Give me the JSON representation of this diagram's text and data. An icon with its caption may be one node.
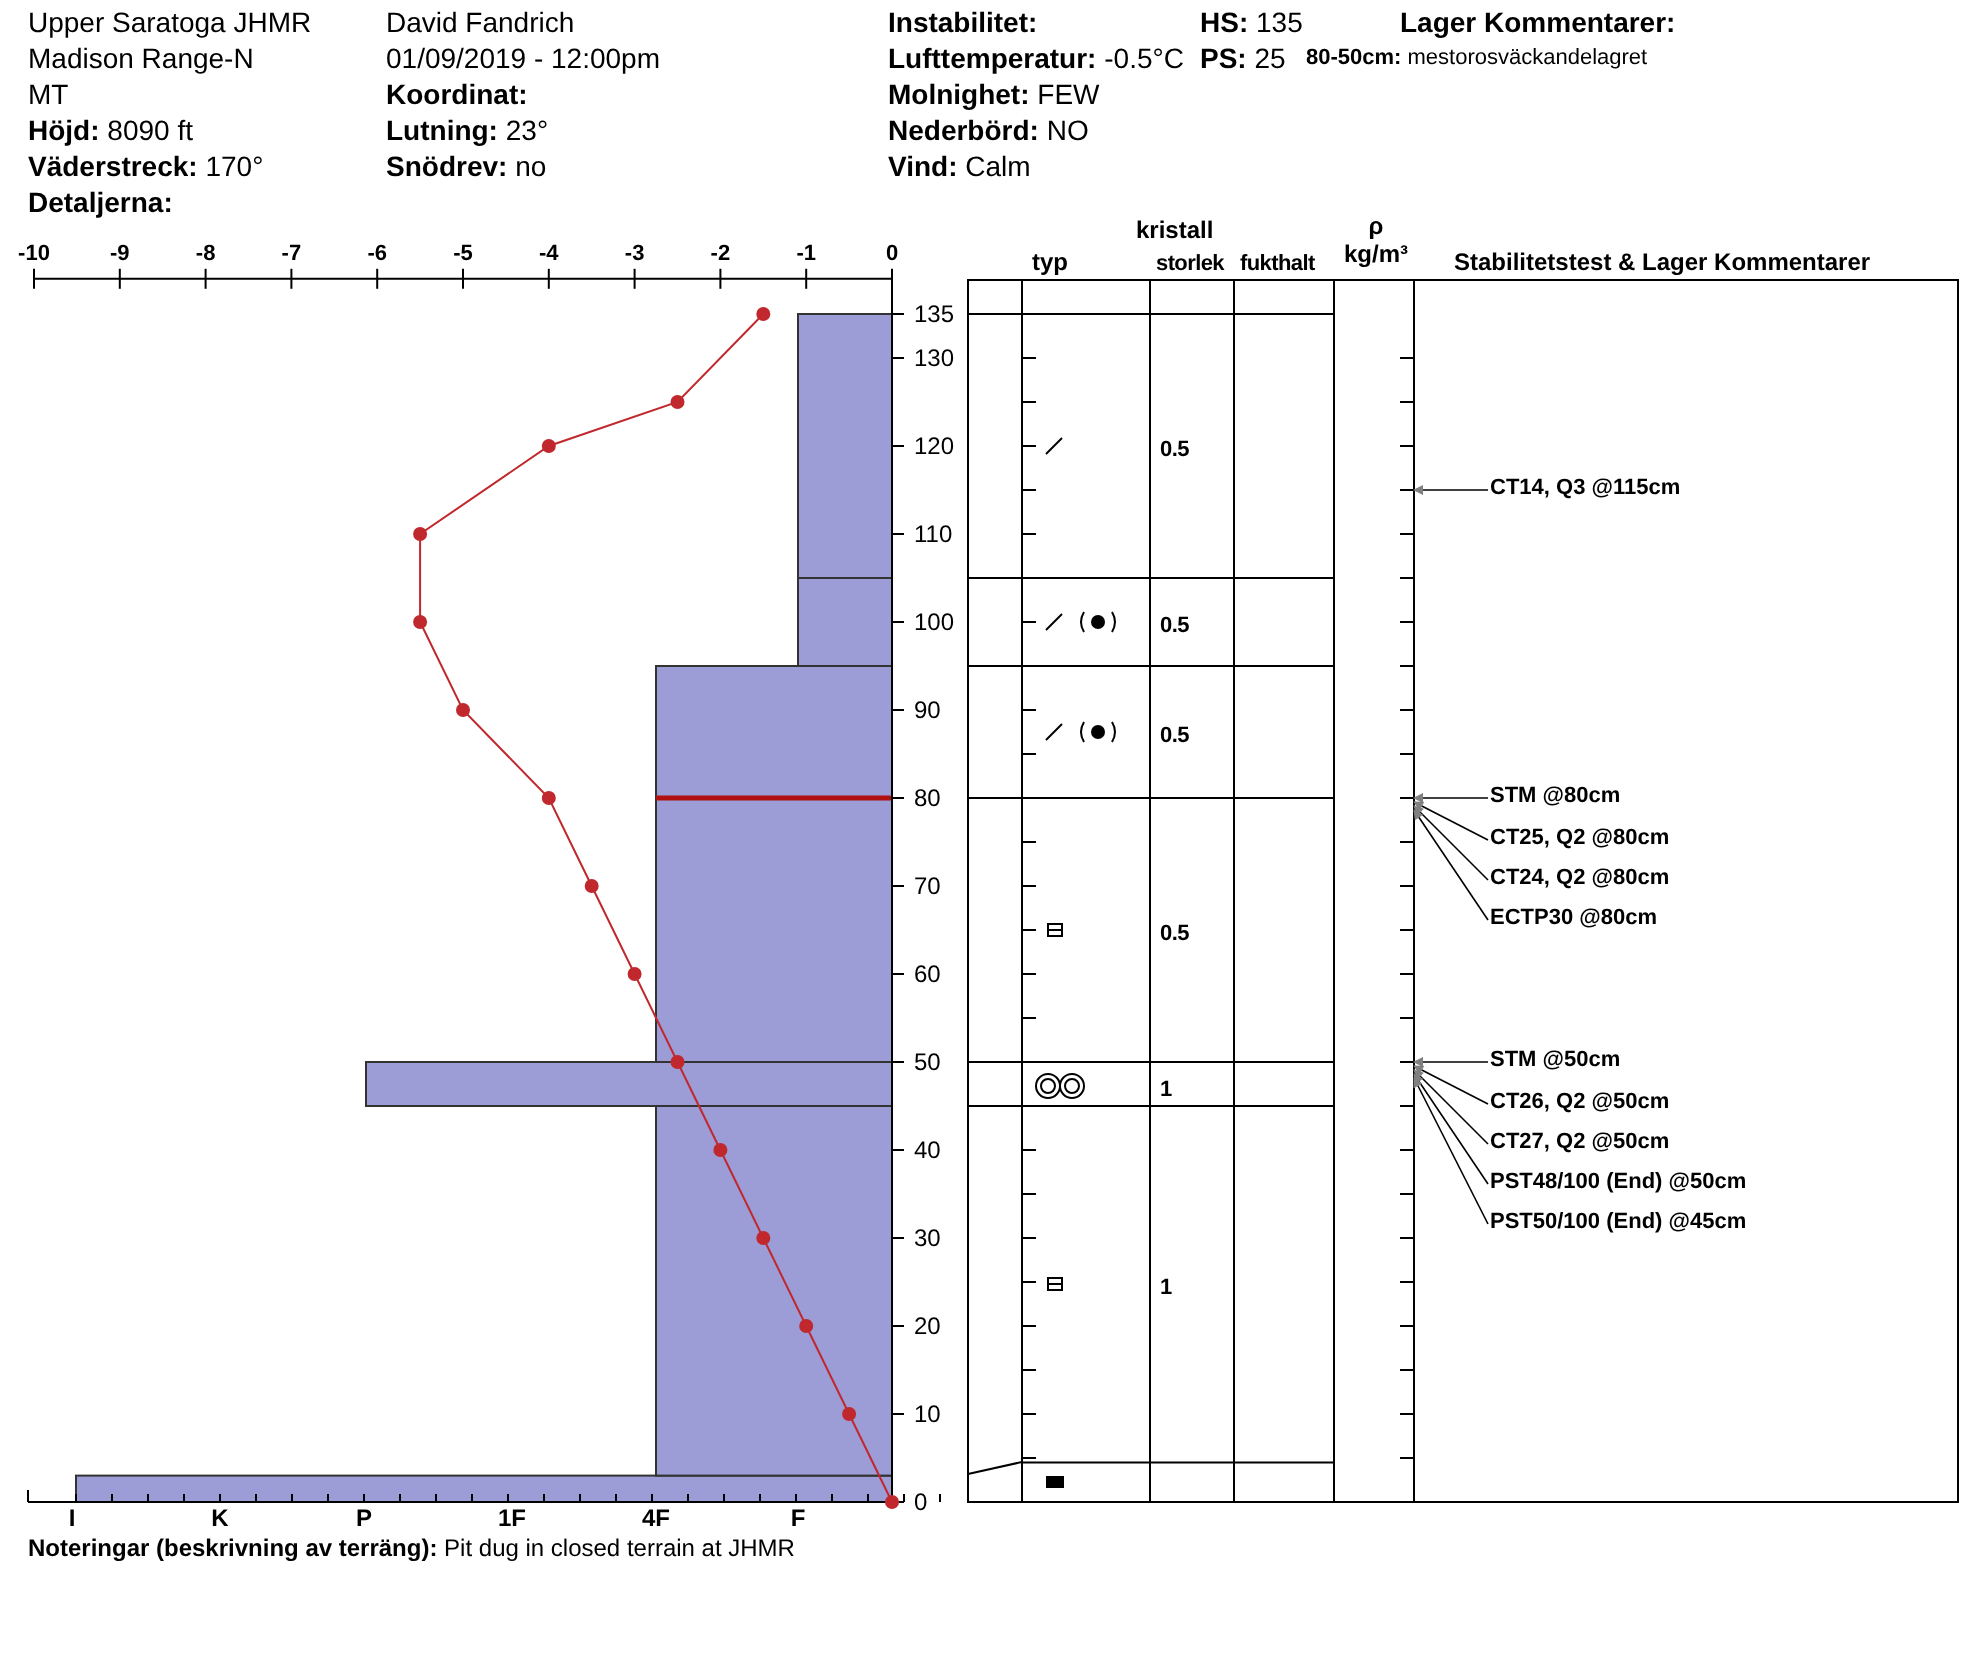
{
  "diagram": {
    "nodes": [
      {
        "text": [
          "CT14, Q3 @115cm"
        ]
      },
      {
        "text": [
          "STM @80cm"
        ]
      },
      {
        "text": [
          "CT25, Q2 @80cm"
        ]
      },
      {
        "text": [
          "CT24, Q2 @80cm"
        ]
      },
      {
        "text": [
          "ECTP30 @80cm"
        ]
      },
      {
        "text": [
          "STM @50cm"
        ]
      },
      {
        "text": [
          "CT26, Q2 @50cm"
        ]
      },
      {
        "text": [
          "CT27, Q2 @50cm"
        ]
      },
      {
        "text": [
          "PST48/100 (End) @50cm"
        ]
      },
      {
        "text": [
          "PST50/100 (End) @45cm"
        ]
      }
    ],
    "edges": [
      {
        "from": 0,
        "to": null,
        "arrow": "to"
      },
      {
        "from": 1,
        "to": null,
        "arrow": "to"
      },
      {
        "from": 2,
        "to": null,
        "arrow": "to"
      },
      {
        "from": 3,
        "to": null,
        "arrow": "to"
      },
      {
        "from": 4,
        "to": null,
        "arrow": "to"
      },
      {
        "from": 5,
        "to": null,
        "arrow": "to"
      },
      {
        "from": 6,
        "to": null,
        "arrow": "to"
      },
      {
        "from": 7,
        "to": null,
        "arrow": "to"
      },
      {
        "from": 8,
        "to": null,
        "arrow": "to"
      },
      {
        "from": 9,
        "to": null,
        "arrow": "to"
      }
    ],
    "labels": [
      "Upper Saratoga JHMR",
      "David Fandrich",
      "Instabilitet:",
      "**HS:** 135",
      "Lager Kommentarer:",
      "Madison Range-N",
      "01/09/2019 - 12:00pm",
      "**Lufttemperatur:** -0.5°C",
      "**PS:** 25",
      "**80-50cm:** mestorosväckandelagret",
      "MT",
      "Koordinat:",
      "**Molnighet:** FEW",
      "**Höjd:** 8090 ft",
      "**Lutning:** 23°",
      "**Nederbörd:** NO",
      "**Väderstreck:** 170°",
      "**Snödrev:** no",
      "**Vind:** Calm",
      "Detaljerna:",
      "kristall",
      "typ",
      "storlek",
      "fukthalt",
      "ρ kg/m³",
      "Stabilitetstest & Lager Kommentarer",
      "0.5",
      "0.5",
      "0.5",
      "0.5",
      "1",
      "1",
      "I",
      "K",
      "P",
      "1F",
      "4F",
      "F",
      "**Noteringar (beskrivning av terräng):** Pit dug in closed terrain at JHMR"
    ],
    "chart_data": {
      "type": "line",
      "x": [
        -1.5,
        -2.5,
        -4,
        -5.5,
        -5.5,
        -5,
        -4,
        -3.5,
        -3,
        -2.5,
        -2,
        -1.5,
        -1,
        -0.5,
        0
      ],
      "series": [
        {
          "color": "#c0282d",
          "marker": "circle",
          "values": [
            135,
            125,
            120,
            110,
            100,
            90,
            80,
            70,
            60,
            50,
            40,
            30,
            20,
            10,
            0
          ]
        }
      ],
      "xlim": [
        -10,
        0
      ],
      "ylim": [
        0,
        139
      ],
      "xticks": [
        -10,
        -9,
        -8,
        -7,
        -6,
        -5,
        -4,
        -3,
        -2,
        -1,
        0
      ],
      "yticks": [
        0,
        10,
        20,
        30,
        40,
        50,
        60,
        70,
        80,
        90,
        100,
        110,
        120,
        130,
        135
      ]
    }
  }
}
